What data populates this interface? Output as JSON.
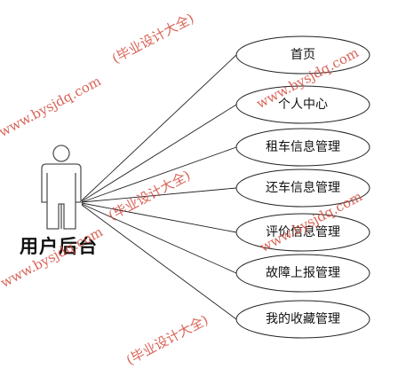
{
  "actor": {
    "label": "用户后台"
  },
  "use_cases": [
    {
      "label": "首页"
    },
    {
      "label": "个人中心"
    },
    {
      "label": "租车信息管理"
    },
    {
      "label": "还车信息管理"
    },
    {
      "label": "评价信息管理"
    },
    {
      "label": "故障上报管理"
    },
    {
      "label": "我的收藏管理"
    }
  ],
  "watermark": {
    "text_a": "www.bysjdq.com",
    "text_b": "(毕业设计大全)"
  },
  "colors": {
    "line": "#222222",
    "actor_stroke": "#555555",
    "watermark": "#d24a3c"
  }
}
